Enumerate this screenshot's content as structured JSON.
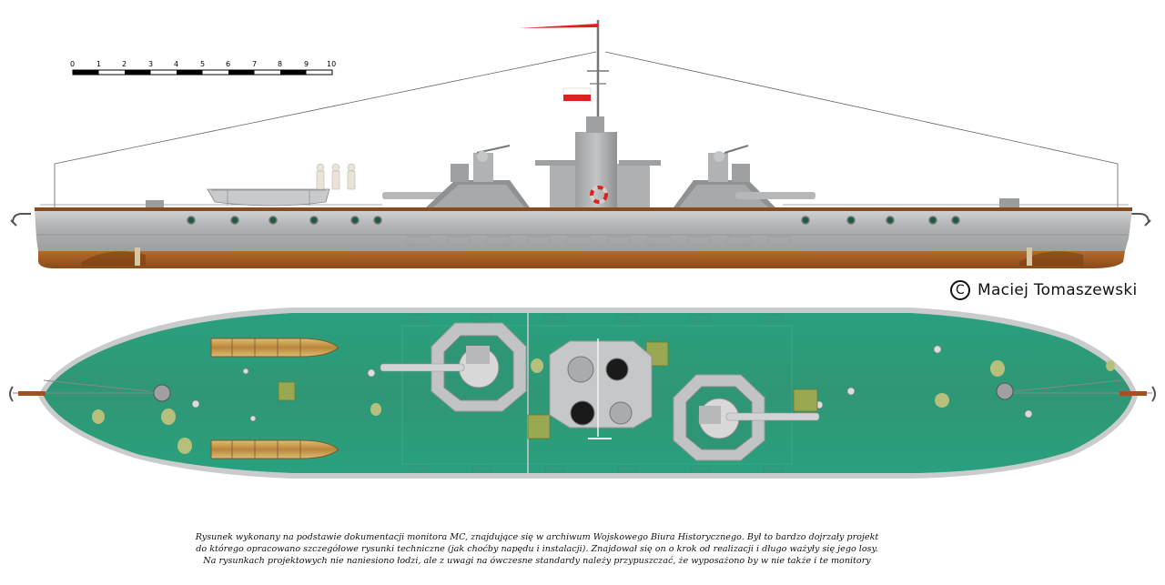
{
  "scale_bar": {
    "labels": [
      "0",
      "1",
      "2",
      "3",
      "4",
      "5",
      "6",
      "7",
      "8",
      "9",
      "10"
    ]
  },
  "author": {
    "symbol": "C",
    "name": "Maciej Tomaszewski"
  },
  "caption": {
    "line1": "Rysunek wykonany na podstawie dokumentacji monitora MC, znajdujące się w archiwum Wojskowego Biura Historycznego. Był to bardzo dojrzały projekt",
    "line2": "do którego opracowano szczegółowe rysunki techniczne (jak choćby napędu i instalacji). Znajdował się on o krok od realizacji i długo ważyły się jego losy.",
    "line3": "Na rysunkach projektowych nie naniesiono łodzi, ale z uwagi na ówczesne standardy należy przypuszczać, że wyposażono by w nie także i te monitory"
  },
  "colors": {
    "hull_grey": "#a9abad",
    "hull_upper": "#c8c9ca",
    "waterline_brown": "#a05a20",
    "deck_green": "#2e9a78",
    "deck_edge": "#bfc1c3",
    "wood": "#c99a4a",
    "flag_red": "#e02020"
  }
}
